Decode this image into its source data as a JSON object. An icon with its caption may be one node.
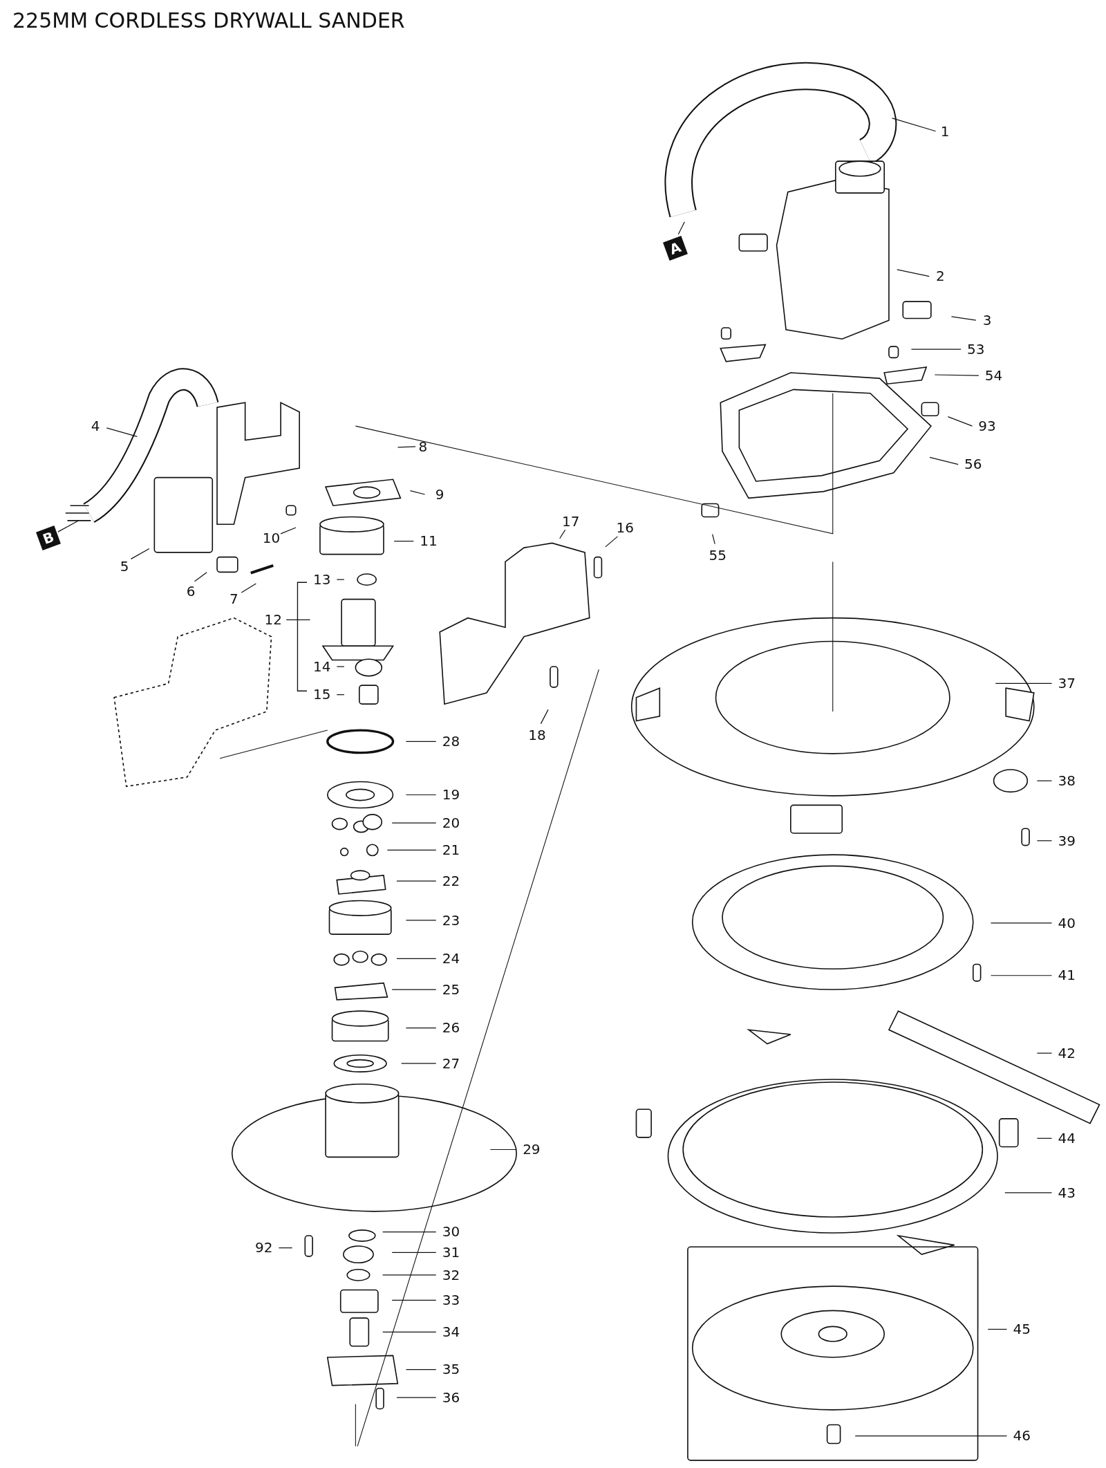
{
  "diagram": {
    "title": "225MM CORDLESS DRYWALL SANDER",
    "nodes": [
      {
        "text": [
          "1"
        ]
      },
      {
        "text": [
          "A"
        ]
      },
      {
        "text": [
          "2"
        ]
      },
      {
        "text": [
          "3"
        ]
      },
      {
        "text": [
          "53"
        ]
      },
      {
        "text": [
          "54"
        ]
      },
      {
        "text": [
          "93"
        ]
      },
      {
        "text": [
          "4"
        ]
      },
      {
        "text": [
          "8"
        ]
      },
      {
        "text": [
          "56"
        ]
      },
      {
        "text": [
          "9"
        ]
      },
      {
        "text": [
          "B"
        ]
      },
      {
        "text": [
          "17"
        ]
      },
      {
        "text": [
          "10"
        ]
      },
      {
        "text": [
          "11"
        ]
      },
      {
        "text": [
          "16"
        ]
      },
      {
        "text": [
          "55"
        ]
      },
      {
        "text": [
          "5"
        ]
      },
      {
        "text": [
          "13"
        ]
      },
      {
        "text": [
          "6"
        ]
      },
      {
        "text": [
          "7"
        ]
      },
      {
        "text": [
          "12"
        ]
      },
      {
        "text": [
          "14"
        ]
      },
      {
        "text": [
          "15"
        ]
      },
      {
        "text": [
          "37"
        ]
      },
      {
        "text": [
          "18"
        ]
      },
      {
        "text": [
          "28"
        ]
      },
      {
        "text": [
          "38"
        ]
      },
      {
        "text": [
          "19"
        ]
      },
      {
        "text": [
          "20"
        ]
      },
      {
        "text": [
          "39"
        ]
      },
      {
        "text": [
          "21"
        ]
      },
      {
        "text": [
          "22"
        ]
      },
      {
        "text": [
          "23"
        ]
      },
      {
        "text": [
          "40"
        ]
      },
      {
        "text": [
          "24"
        ]
      },
      {
        "text": [
          "41"
        ]
      },
      {
        "text": [
          "25"
        ]
      },
      {
        "text": [
          "26"
        ]
      },
      {
        "text": [
          "42"
        ]
      },
      {
        "text": [
          "27"
        ]
      },
      {
        "text": [
          "44"
        ]
      },
      {
        "text": [
          "29"
        ]
      },
      {
        "text": [
          "43"
        ]
      },
      {
        "text": [
          "30"
        ]
      },
      {
        "text": [
          "92"
        ]
      },
      {
        "text": [
          "31"
        ]
      },
      {
        "text": [
          "32"
        ]
      },
      {
        "text": [
          "33"
        ]
      },
      {
        "text": [
          "34"
        ]
      },
      {
        "text": [
          "45"
        ]
      },
      {
        "text": [
          "35"
        ]
      },
      {
        "text": [
          "36"
        ]
      },
      {
        "text": [
          "46"
        ]
      }
    ],
    "edges": [
      {
        "from": 0,
        "to": null,
        "arrow": "none"
      },
      {
        "from": 1,
        "to": null,
        "arrow": "none"
      },
      {
        "from": 2,
        "to": null,
        "arrow": "none"
      },
      {
        "from": 3,
        "to": null,
        "arrow": "none"
      },
      {
        "from": 4,
        "to": null,
        "arrow": "none"
      },
      {
        "from": 5,
        "to": null,
        "arrow": "none"
      },
      {
        "from": 6,
        "to": null,
        "arrow": "none"
      },
      {
        "from": 7,
        "to": null,
        "arrow": "none"
      },
      {
        "from": 8,
        "to": null,
        "arrow": "none"
      },
      {
        "from": 9,
        "to": null,
        "arrow": "none"
      },
      {
        "from": 10,
        "to": null,
        "arrow": "none"
      },
      {
        "from": 11,
        "to": null,
        "arrow": "none"
      },
      {
        "from": 12,
        "to": null,
        "arrow": "none"
      },
      {
        "from": 13,
        "to": null,
        "arrow": "none"
      },
      {
        "from": 14,
        "to": null,
        "arrow": "none"
      },
      {
        "from": 15,
        "to": null,
        "arrow": "none"
      },
      {
        "from": 16,
        "to": null,
        "arrow": "none"
      },
      {
        "from": 17,
        "to": null,
        "arrow": "none"
      },
      {
        "from": 18,
        "to": null,
        "arrow": "none"
      },
      {
        "from": 19,
        "to": null,
        "arrow": "none"
      },
      {
        "from": 20,
        "to": null,
        "arrow": "none"
      },
      {
        "from": 21,
        "to": null,
        "arrow": "none"
      },
      {
        "from": 22,
        "to": null,
        "arrow": "none"
      },
      {
        "from": 23,
        "to": null,
        "arrow": "none"
      },
      {
        "from": 24,
        "to": null,
        "arrow": "none"
      },
      {
        "from": 25,
        "to": null,
        "arrow": "none"
      },
      {
        "from": 26,
        "to": null,
        "arrow": "none"
      },
      {
        "from": 27,
        "to": null,
        "arrow": "none"
      },
      {
        "from": 28,
        "to": null,
        "arrow": "none"
      },
      {
        "from": 29,
        "to": null,
        "arrow": "none"
      },
      {
        "from": 30,
        "to": null,
        "arrow": "none"
      },
      {
        "from": 31,
        "to": null,
        "arrow": "none"
      },
      {
        "from": 32,
        "to": null,
        "arrow": "none"
      },
      {
        "from": 33,
        "to": null,
        "arrow": "none"
      },
      {
        "from": 34,
        "to": null,
        "arrow": "none"
      },
      {
        "from": 35,
        "to": null,
        "arrow": "none"
      },
      {
        "from": 36,
        "to": null,
        "arrow": "none"
      },
      {
        "from": 37,
        "to": null,
        "arrow": "none"
      },
      {
        "from": 38,
        "to": null,
        "arrow": "none"
      },
      {
        "from": 39,
        "to": null,
        "arrow": "none"
      },
      {
        "from": 40,
        "to": null,
        "arrow": "none"
      },
      {
        "from": 41,
        "to": null,
        "arrow": "none"
      },
      {
        "from": 42,
        "to": null,
        "arrow": "none"
      },
      {
        "from": 43,
        "to": null,
        "arrow": "none"
      },
      {
        "from": 44,
        "to": null,
        "arrow": "none"
      },
      {
        "from": 45,
        "to": null,
        "arrow": "none"
      },
      {
        "from": 46,
        "to": null,
        "arrow": "none"
      },
      {
        "from": 47,
        "to": null,
        "arrow": "none"
      },
      {
        "from": 48,
        "to": null,
        "arrow": "none"
      },
      {
        "from": 49,
        "to": null,
        "arrow": "none"
      },
      {
        "from": 50,
        "to": null,
        "arrow": "none"
      },
      {
        "from": 51,
        "to": null,
        "arrow": "none"
      },
      {
        "from": 52,
        "to": null,
        "arrow": "none"
      },
      {
        "from": 53,
        "to": null,
        "arrow": "none"
      }
    ]
  }
}
